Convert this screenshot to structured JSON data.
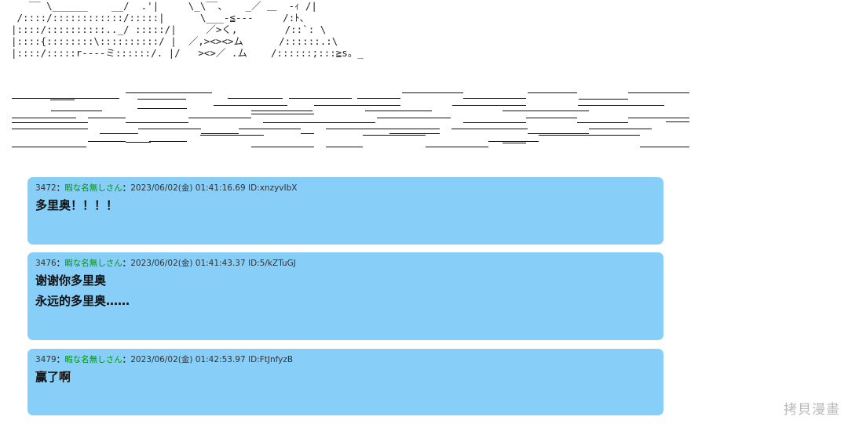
{
  "ascii_art": {
    "lines": [
      "   ‾‾ \\______    __/  .'|     \\_\\‾‾、   _／ ＿  ‐ｨ /|",
      " /::::/::::::::::::/:::::|      \\___-≦‐‐‐     /:ﾄ、",
      "|::::/::::::::::.._/ :::::/|     ／>く,        /::`: \\",
      "|::::{::::::::\\::::::::::/ |  ／,><><>ム      /::::::.:\\",
      "|::::/:::::r‐‐‐‐ミ::::::/. |/   ><>／ .ム    /::::::;:::≧s。_"
    ]
  },
  "posts": [
    {
      "number": "3472",
      "separator": "：",
      "name": "暇な名無しさん",
      "separator2": "：",
      "date": "2023/06/02(金) 01:41:16.69 ID:xnzyvIbX",
      "lines": [
        "多里奥！！！！"
      ]
    },
    {
      "number": "3476",
      "separator": "：",
      "name": "暇な名無しさん",
      "separator2": "：",
      "date": "2023/06/02(金) 01:41:43.37 ID:5/kZTuGJ",
      "lines": [
        "谢谢你多里奥",
        "永远的多里奥……"
      ]
    },
    {
      "number": "3479",
      "separator": "：",
      "name": "暇な名無しさん",
      "separator2": "：",
      "date": "2023/06/02(金) 01:42:53.97 ID:FtJnfyzB",
      "lines": [
        "赢了啊"
      ]
    }
  ],
  "watermark": "拷貝漫畫",
  "colors": {
    "post_background": "#87cef9",
    "name": "#009900",
    "background": "#ffffff"
  }
}
